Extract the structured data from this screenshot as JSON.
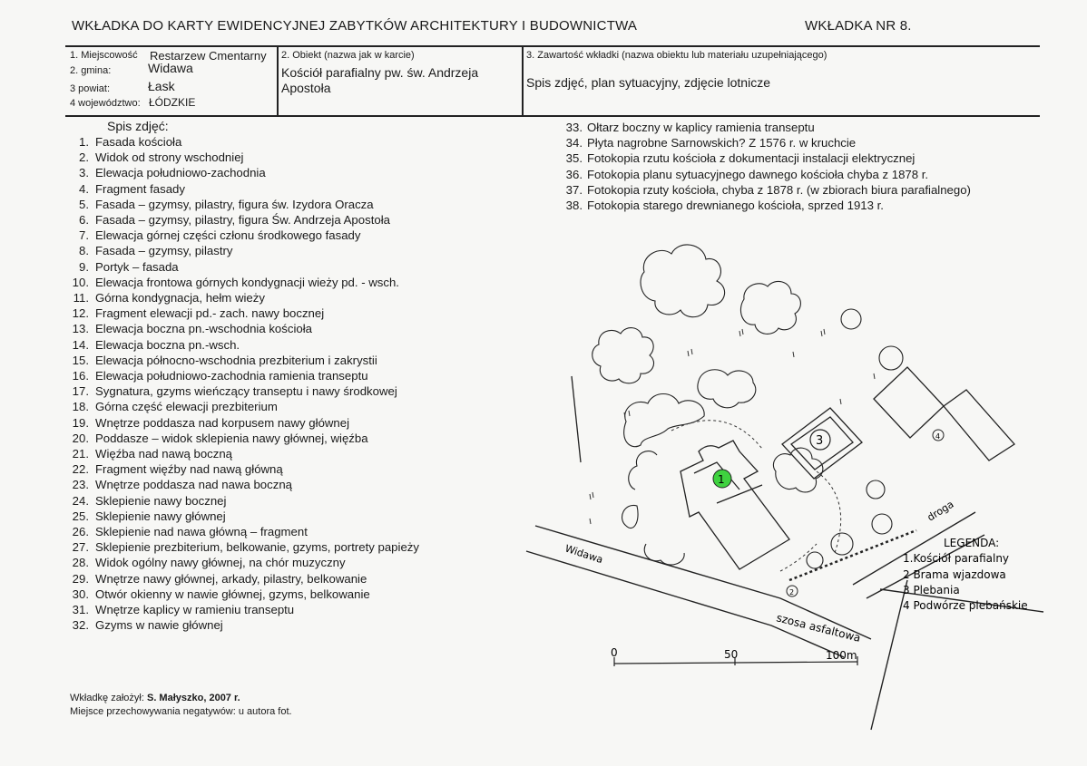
{
  "header": {
    "title": "WKŁADKA DO KARTY EWIDENCYJNEJ ZABYTKÓW ARCHITEKTURY I BUDOWNICTWA",
    "insert_no": "WKŁADKA NR  8."
  },
  "info": {
    "locality_label": "1. Miejscowość",
    "locality_value": "Restarzew  Cmentarny",
    "gmina_label": "2. gmina:",
    "gmina_value": "Widawa",
    "powiat_label": "3 powiat:",
    "powiat_value": "Łask",
    "voivodeship_label": "4 województwo:",
    "voivodeship_value": "ŁÓDZKIE",
    "object_label": "2. Obiekt (nazwa jak w karcie)",
    "object_value": "Kościół parafialny pw. św. Andrzeja Apostoła",
    "contents_label": "3. Zawartość wkładki (nazwa obiektu lub materiału uzupełniającego)",
    "contents_value": "Spis zdjęć, plan sytuacyjny, zdjęcie lotnicze"
  },
  "photo_list": {
    "heading": "Spis zdjęć:",
    "items_left": [
      {
        "num": "1.",
        "text": "Fasada kościoła"
      },
      {
        "num": "2.",
        "text": "Widok od strony wschodniej"
      },
      {
        "num": "3.",
        "text": "Elewacja południowo-zachodnia"
      },
      {
        "num": "4.",
        "text": "Fragment fasady"
      },
      {
        "num": "5.",
        "text": "Fasada – gzymsy, pilastry, figura św. Izydora Oracza"
      },
      {
        "num": "6.",
        "text": "Fasada – gzymsy, pilastry, figura Św. Andrzeja Apostoła"
      },
      {
        "num": "7.",
        "text": "Elewacja górnej części członu środkowego fasady"
      },
      {
        "num": "8.",
        "text": "Fasada – gzymsy, pilastry"
      },
      {
        "num": "9.",
        "text": "Portyk – fasada"
      },
      {
        "num": "10.",
        "text": "Elewacja frontowa górnych kondygnacji wieży pd. - wsch."
      },
      {
        "num": "11.",
        "text": "Górna kondygnacja, hełm wieży"
      },
      {
        "num": "12.",
        "text": "Fragment elewacji pd.- zach.  nawy bocznej"
      },
      {
        "num": "13.",
        "text": "Elewacja boczna  pn.-wschodnia kościoła"
      },
      {
        "num": "14.",
        "text": "Elewacja boczna pn.-wsch."
      },
      {
        "num": "15.",
        "text": "Elewacja północno-wschodnia prezbiterium i zakrystii"
      },
      {
        "num": "16.",
        "text": "Elewacja południowo-zachodnia ramienia transeptu"
      },
      {
        "num": "17.",
        "text": "Sygnatura, gzyms wieńczący transeptu i nawy środkowej"
      },
      {
        "num": "18.",
        "text": "Górna część elewacji prezbiterium"
      },
      {
        "num": "19.",
        "text": "Wnętrze poddasza nad korpusem nawy głównej"
      },
      {
        "num": "20.",
        "text": "Poddasze – widok sklepienia nawy głównej, więźba"
      },
      {
        "num": "21.",
        "text": "Więźba nad nawą boczną"
      },
      {
        "num": "22.",
        "text": "Fragment więźby nad nawą główną"
      },
      {
        "num": "23.",
        "text": "Wnętrze poddasza nad nawa boczną"
      },
      {
        "num": "24.",
        "text": "Sklepienie nawy bocznej"
      },
      {
        "num": "25.",
        "text": "Sklepienie nawy głównej"
      },
      {
        "num": "26.",
        "text": "Sklepienie nad nawa główną – fragment"
      },
      {
        "num": "27.",
        "text": "Sklepienie prezbiterium, belkowanie, gzyms, portrety papieży"
      },
      {
        "num": "28.",
        "text": "Widok ogólny nawy głównej, na chór muzyczny"
      },
      {
        "num": "29.",
        "text": "Wnętrze nawy głównej, arkady, pilastry, belkowanie"
      },
      {
        "num": "30.",
        "text": "Otwór okienny w nawie głównej, gzyms, belkowanie"
      },
      {
        "num": "31.",
        "text": "Wnętrze kaplicy w ramieniu transeptu"
      },
      {
        "num": "32.",
        "text": "Gzyms w nawie głównej"
      }
    ],
    "items_right": [
      {
        "num": "33.",
        "text": "Ołtarz boczny w kaplicy ramienia transeptu"
      },
      {
        "num": "34.",
        "text": "Płyta nagrobne Sarnowskich? Z 1576 r.  w kruchcie"
      },
      {
        "num": "35.",
        "text": "Fotokopia rzutu kościoła z dokumentacji instalacji elektrycznej"
      },
      {
        "num": "36.",
        "text": "Fotokopia planu sytuacyjnego dawnego kościoła chyba z 1878 r."
      },
      {
        "num": "37.",
        "text": "Fotokopia rzuty kościoła, chyba z 1878 r. (w zbiorach biura parafialnego)"
      },
      {
        "num": "38.",
        "text": "Fotokopia starego drewnianego kościoła, sprzed 1913 r."
      }
    ]
  },
  "footer": {
    "author_prefix": "Wkładkę założył: ",
    "author": "S. Małyszko, 2007  r.",
    "negatives": "Miejsce przechowywania negatywów: u autora fot."
  },
  "map": {
    "road_widawa": "Widawa",
    "road_droga": "droga",
    "road_szosa": "szosa asfaltowa",
    "marker_1": "1",
    "marker_2": "2",
    "marker_3": "3",
    "marker_4": "4",
    "marker_1_color": "#3fd23f",
    "legend_title": "LEGENDA:",
    "legend_items": [
      "1.Kościół parafialny",
      "2  Brama wjazdowa",
      "3 Plebania",
      "4  Podwórze plebańskie"
    ],
    "scale_0": "0",
    "scale_50": "50",
    "scale_100": "100m"
  }
}
